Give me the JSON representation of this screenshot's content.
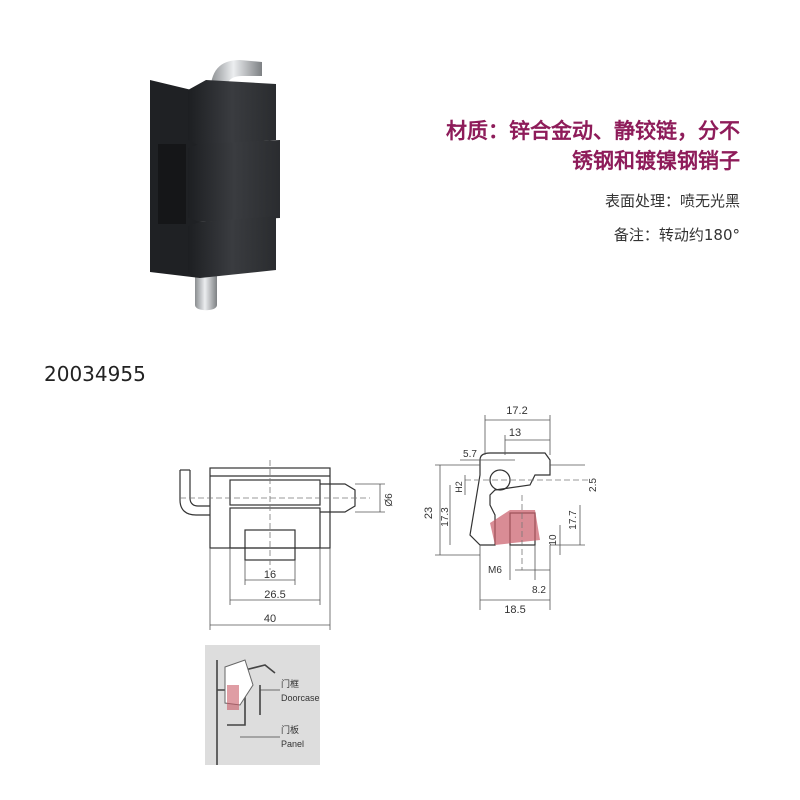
{
  "description": {
    "material_line1": "材质：锌合金动、静铰链，分不",
    "material_line2": "锈钢和镀镍钢销子",
    "surface": "表面处理：喷无光黑",
    "remark": "备注：转动约180°"
  },
  "part_number": "20034955",
  "colors": {
    "accent": "#8e1c5a",
    "hinge_body": "#2b2d30",
    "pin": "#b8bbbe",
    "drawing_line": "#333333",
    "dim_line": "#555555"
  },
  "front_view_dims": {
    "d16": "16",
    "d26_5": "26.5",
    "d40": "40",
    "dia6": "Ø6"
  },
  "side_view_dims": {
    "d17_2": "17.2",
    "d13": "13",
    "d5_7": "5.7",
    "h2": "H2",
    "d2_5": "2.5",
    "d23": "23",
    "d17_3": "17.3",
    "d17_7": "17.7",
    "d10": "10",
    "m6": "M6",
    "d8_2": "8.2",
    "d18_5": "18.5"
  },
  "install_diagram": {
    "doorcase_cn": "门框",
    "doorcase_en": "Doorcase",
    "panel_cn": "门板",
    "panel_en": "Panel"
  }
}
